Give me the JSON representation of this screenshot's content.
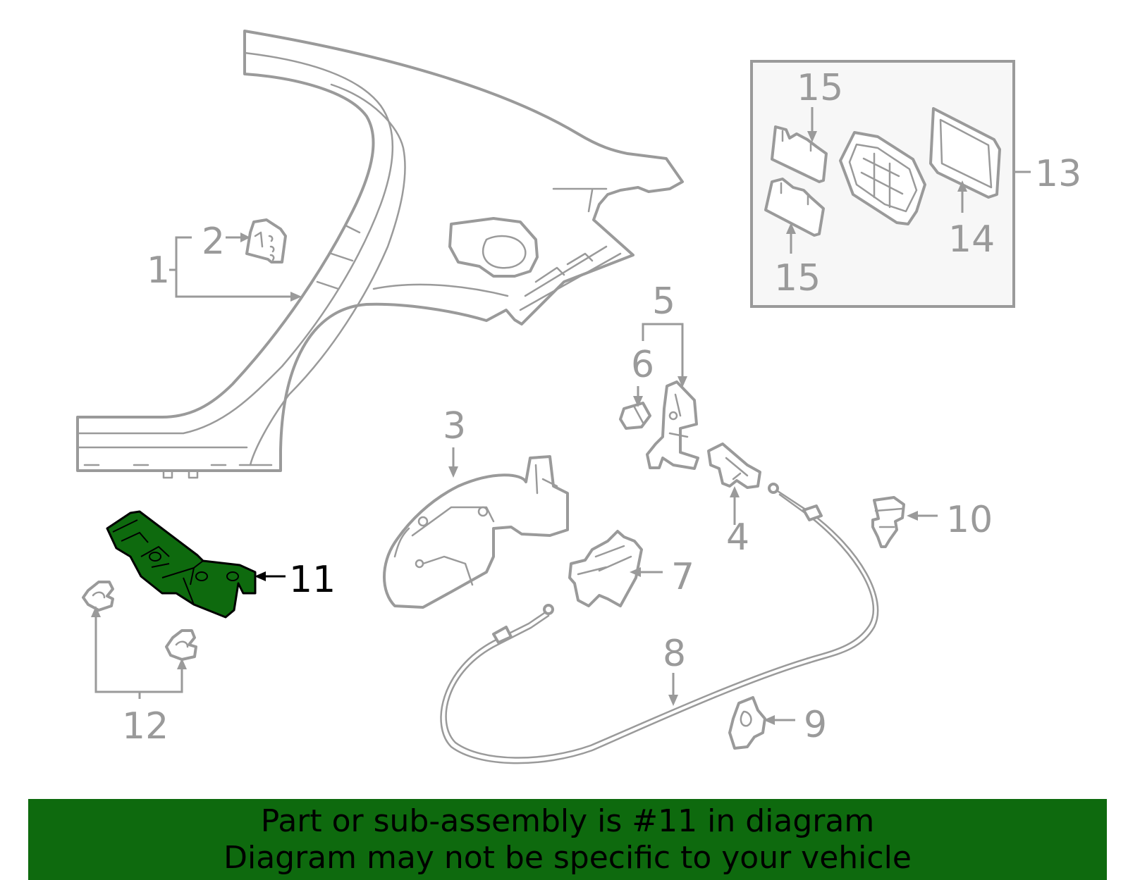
{
  "callouts": {
    "c1": "1",
    "c2": "2",
    "c3": "3",
    "c4": "4",
    "c5": "5",
    "c6": "6",
    "c7": "7",
    "c8": "8",
    "c9": "9",
    "c10": "10",
    "c11": "11",
    "c12": "12",
    "c13": "13",
    "c14": "14",
    "c15a": "15",
    "c15b": "15"
  },
  "highlight_color": "#0e6a0e",
  "line_color": "#9a9a9a",
  "banner": {
    "line1": "Part or sub-assembly is #11 in diagram",
    "line2": "Diagram may not be specific to your vehicle"
  }
}
